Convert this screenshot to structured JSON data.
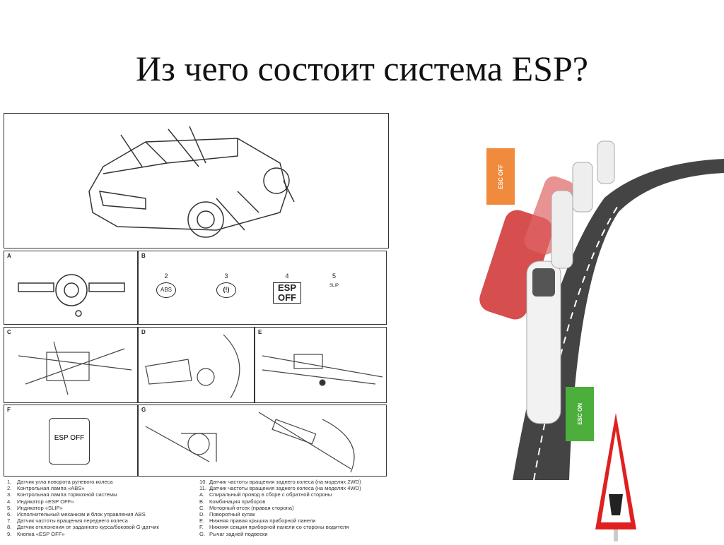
{
  "slide": {
    "title": "Из чего состоит система ESP?"
  },
  "diagram": {
    "panel_labels": [
      "A",
      "B",
      "C",
      "D",
      "E",
      "F",
      "G"
    ],
    "indicators": [
      {
        "num": "2",
        "text": "ABS"
      },
      {
        "num": "3",
        "text": "(!)"
      },
      {
        "num": "4",
        "text": "ESP OFF"
      },
      {
        "num": "5",
        "text": "SLIP"
      }
    ],
    "button_text": "ESP OFF",
    "legend_left": [
      {
        "n": "1.",
        "t": "Датчик угла поворота рулевого колеса"
      },
      {
        "n": "2.",
        "t": "Контрольная лампа «ABS»"
      },
      {
        "n": "3.",
        "t": "Контрольная лампа тормозной системы"
      },
      {
        "n": "4.",
        "t": "Индикатор «ESP OFF»"
      },
      {
        "n": "5.",
        "t": "Индикатор «SLIP»"
      },
      {
        "n": "6.",
        "t": "Исполнительный механизм и блок управления ABS"
      },
      {
        "n": "7.",
        "t": "Датчик частоты вращения переднего колеса"
      },
      {
        "n": "8.",
        "t": "Датчик отклонения от заданного курса/боковой G-датчик"
      },
      {
        "n": "9.",
        "t": "Кнопка «ESP OFF»"
      }
    ],
    "legend_right": [
      {
        "n": "10.",
        "t": "Датчик частоты вращения заднего колеса (на моделях 2WD)"
      },
      {
        "n": "11.",
        "t": "Датчик частоты вращения заднего колеса (на моделях 4WD)"
      },
      {
        "n": "A.",
        "t": "Спиральный провод в сборе с обратной стороны"
      },
      {
        "n": "B.",
        "t": "Комбинация приборов"
      },
      {
        "n": "C.",
        "t": "Моторный отсек (правая сторона)"
      },
      {
        "n": "D.",
        "t": "Поворотный кулак"
      },
      {
        "n": "E.",
        "t": "Нижняя правая крышка приборной панели"
      },
      {
        "n": "F.",
        "t": "Нижняя секция приборной панели со стороны водителя"
      },
      {
        "n": "G.",
        "t": "Рычаг задней подвески"
      }
    ]
  },
  "scene": {
    "sign_off": {
      "text": "ESC OFF",
      "color": "#f08a3c"
    },
    "sign_on": {
      "text": "ESC ON",
      "color": "#4caf3c"
    },
    "warning_color": "#e02020"
  }
}
